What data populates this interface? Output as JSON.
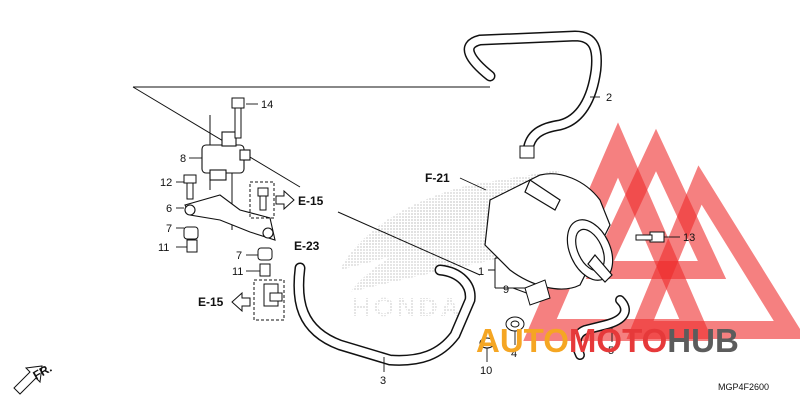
{
  "diagram": {
    "part_labels": {
      "p1": "1",
      "p2": "2",
      "p3": "3",
      "p4": "4",
      "p5": "5",
      "p6": "6",
      "p7a": "7",
      "p7b": "7",
      "p8": "8",
      "p9": "9",
      "p10": "10",
      "p11a": "11",
      "p11b": "11",
      "p12": "12",
      "p13": "13",
      "p14": "14"
    },
    "ref_labels": {
      "f21": "F-21",
      "e15_upper": "E-15",
      "e15_lower": "E-15",
      "e23": "E-23"
    },
    "front_indicator": "FR.",
    "diagram_code": "MGP4F2600",
    "background_logo_text": "HONDA"
  },
  "watermark": {
    "word_part1": "AUTO",
    "word_part2": "MOTO",
    "word_part3": "HUB",
    "colors": {
      "orange": "#f5a623",
      "red": "#e6393a",
      "gray": "#5c5c5c",
      "triangle": "#ee2b2b"
    }
  }
}
